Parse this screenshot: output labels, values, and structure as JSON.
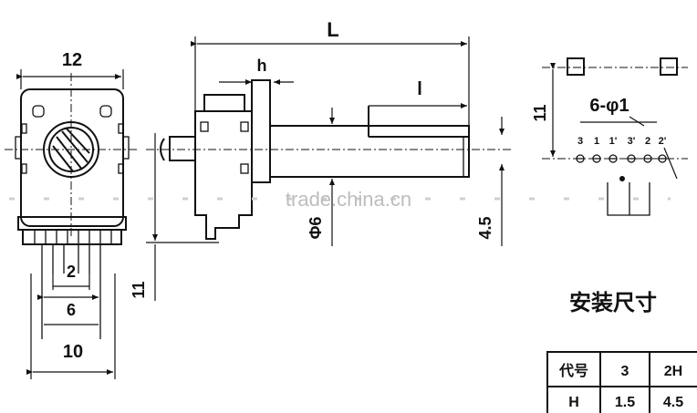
{
  "dimensions": {
    "width_12": "12",
    "length_L": "L",
    "height_h": "h",
    "length_l": "l",
    "height_11_right": "11",
    "holes": "6-φ1",
    "pin_numbers": [
      "3",
      "1",
      "1'",
      "3'",
      "2",
      "2'"
    ],
    "dia_6": "Φ6",
    "dia_4_5": "4.5",
    "spacing_2": "2",
    "spacing_6": "6",
    "width_10": "10",
    "height_11_left": "11"
  },
  "install_label": "安装尺寸",
  "table": {
    "headers": [
      "代号",
      "3",
      "2H"
    ],
    "row": [
      "H",
      "1.5",
      "4.5"
    ]
  },
  "watermark": "trade.china.cn"
}
